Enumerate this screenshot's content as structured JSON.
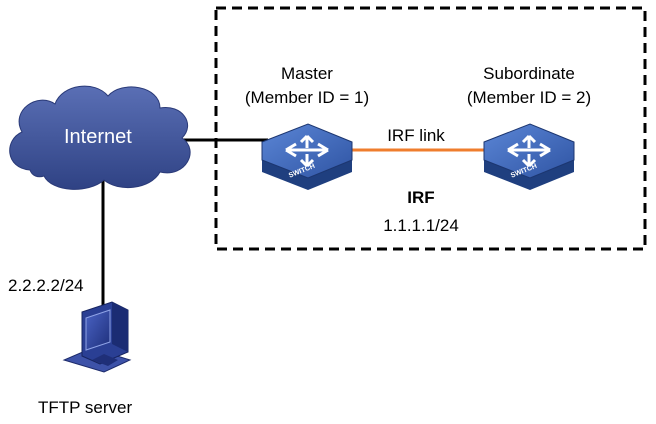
{
  "cloud": {
    "label": "Internet"
  },
  "irf": {
    "title": "IRF",
    "address": "1.1.1.1/24",
    "link_label": "IRF link"
  },
  "master": {
    "role": "Master",
    "member": "(Member ID = 1)",
    "badge": "SWITCH"
  },
  "subordinate": {
    "role": "Subordinate",
    "member": "(Member ID = 2)",
    "badge": "SWITCH"
  },
  "server": {
    "label": "TFTP server",
    "address": "2.2.2.2/24"
  },
  "colors": {
    "cloud": "#3f5399",
    "switch_top": "#3b63b2",
    "switch_side": "#1f3f7f",
    "irf_link": "#ef7d2d",
    "border": "#000000"
  }
}
